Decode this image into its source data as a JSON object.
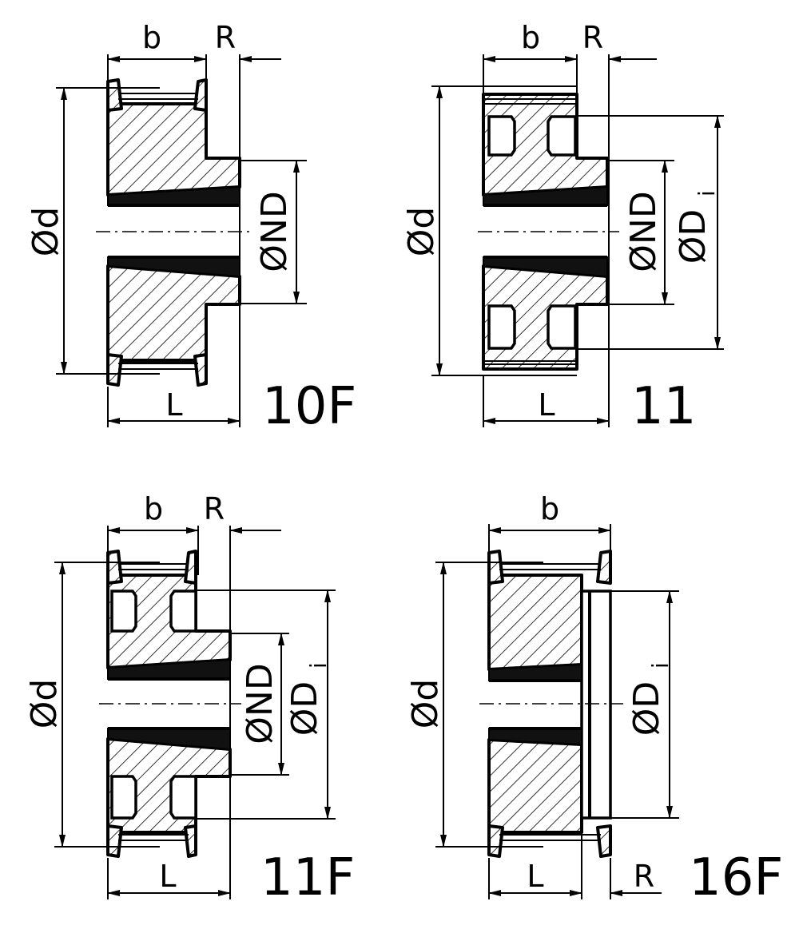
{
  "diagrams": [
    {
      "type_label": "10F",
      "labels": {
        "width": "b",
        "flange": "R",
        "pitch_dia": "Ød",
        "bore": "ØND",
        "length": "L"
      }
    },
    {
      "type_label": "11",
      "labels": {
        "width": "b",
        "flange": "R",
        "pitch_dia": "Ød",
        "bore": "ØND",
        "inner_dia": "ØD",
        "inner_sub": "i",
        "length": "L"
      }
    },
    {
      "type_label": "11F",
      "labels": {
        "width": "b",
        "flange": "R",
        "pitch_dia": "Ød",
        "bore": "ØND",
        "inner_dia": "ØD",
        "inner_sub": "i",
        "length": "L"
      }
    },
    {
      "type_label": "16F",
      "labels": {
        "width": "b",
        "flange": "R",
        "pitch_dia": "Ød",
        "inner_dia": "ØD",
        "inner_sub": "i",
        "length": "L"
      }
    }
  ]
}
